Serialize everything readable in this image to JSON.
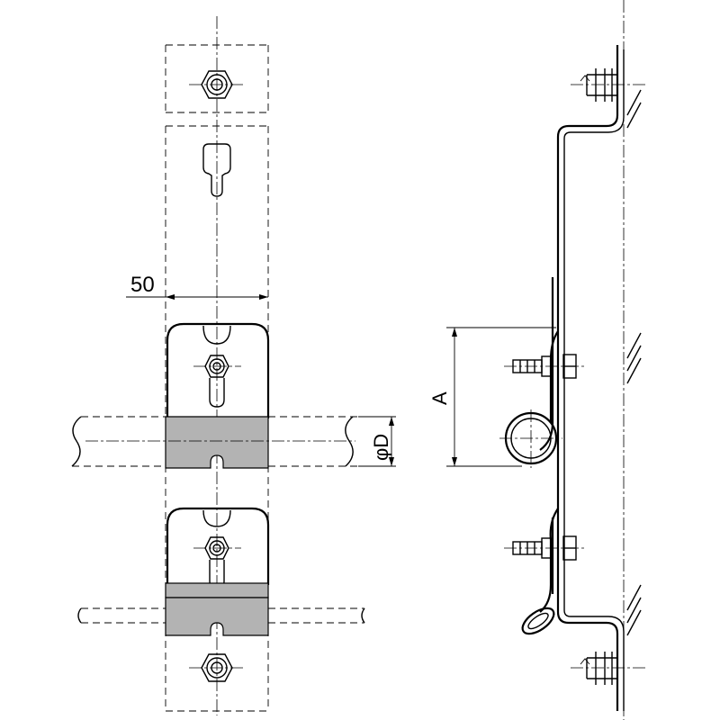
{
  "labels": {
    "width_dimension": "50",
    "height_dimension": "A",
    "diameter_dimension": "φD"
  },
  "colors": {
    "line": "#000000",
    "cushion_fill": "#b3b3b3",
    "background": "#ffffff"
  }
}
